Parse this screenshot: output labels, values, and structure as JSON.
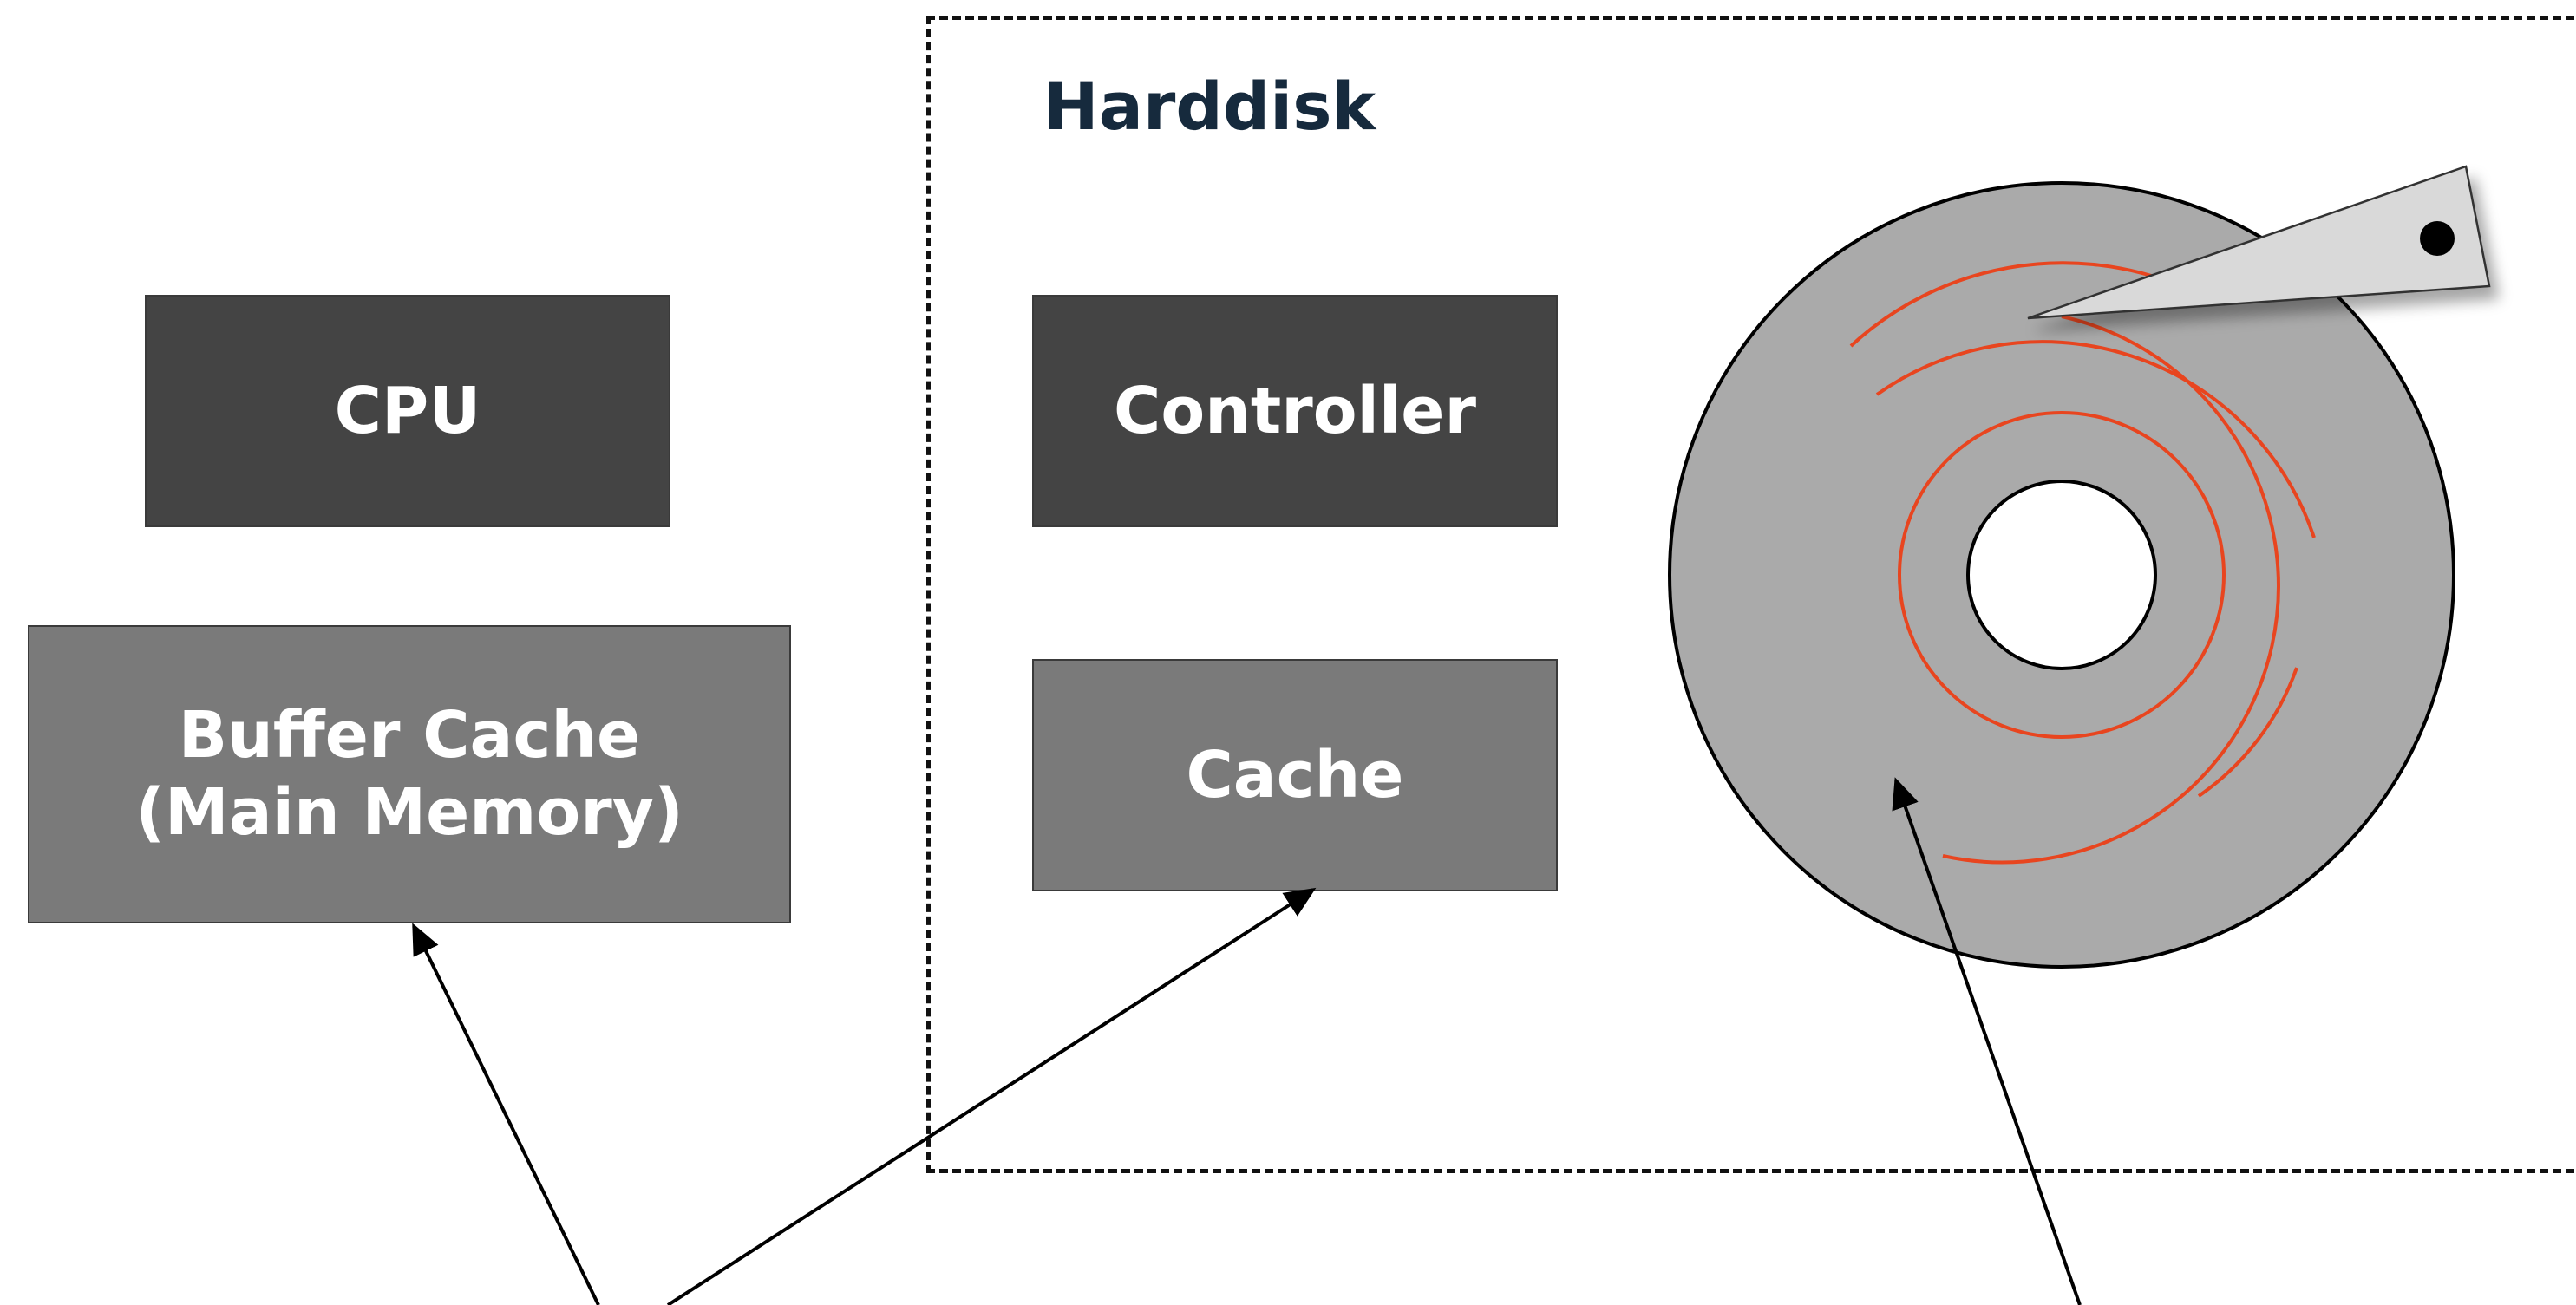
{
  "harddisk": {
    "title": "Harddisk"
  },
  "cpu": {
    "label": "CPU"
  },
  "controller": {
    "label": "Controller"
  },
  "cache": {
    "label": "Cache"
  },
  "buffer_cache": {
    "line1": "Buffer Cache",
    "line2": "(Main Memory)"
  },
  "colors": {
    "dark_box": "#444444",
    "mid_box": "#7a7a7a",
    "platter": "#aaaaaa",
    "track": "#e8451f",
    "title": "#162a3d"
  },
  "icons": {
    "disk": "hard-disk-platter-icon",
    "head": "read-write-head-icon"
  }
}
